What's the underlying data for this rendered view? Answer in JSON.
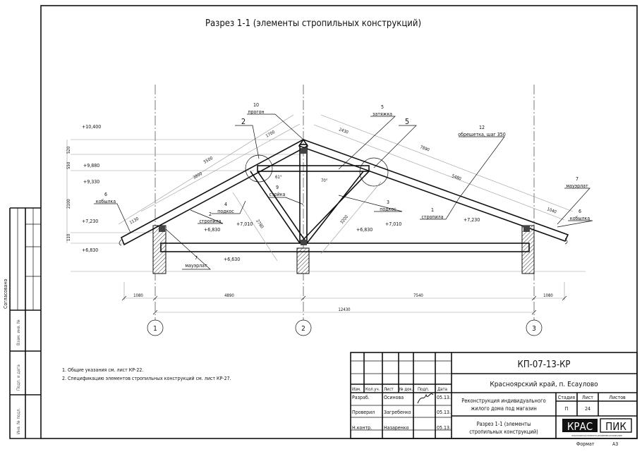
{
  "title": "Разрез 1-1 (элементы стропильных конструкций)",
  "axes": [
    "1",
    "2",
    "3"
  ],
  "levels": [
    "+10,400",
    "+9,880",
    "+9,330",
    "+7,230",
    "+6,830",
    "+6,830",
    "+7,010",
    "+6,630",
    "+6,830",
    "+7,010",
    "+7,230"
  ],
  "vertical_dims": [
    "520",
    "550",
    "2100",
    "110"
  ],
  "roof_dims": {
    "left": [
      "5500",
      "1700",
      "3800",
      "1130"
    ],
    "right": [
      "2430",
      "7890",
      "5480",
      "1040"
    ],
    "braces": [
      "2780",
      "3200"
    ],
    "angles": [
      "61°",
      "70°"
    ]
  },
  "plan_dims": [
    "1080",
    "4890",
    "7540",
    "1080",
    "12430"
  ],
  "labels": [
    {
      "num": "10",
      "name": "прогон"
    },
    {
      "num": "2",
      "name": ""
    },
    {
      "num": "5",
      "name": "затяжка"
    },
    {
      "num": "5",
      "name": ""
    },
    {
      "num": "12",
      "name": "обрешетка, шаг 350"
    },
    {
      "num": "7",
      "name": "мауэрлат"
    },
    {
      "num": "6",
      "name": "кобылка"
    },
    {
      "num": "6",
      "name": "кобылка"
    },
    {
      "num": "2",
      "name": "стропила"
    },
    {
      "num": "4",
      "name": "подкос"
    },
    {
      "num": "9",
      "name": "стойка"
    },
    {
      "num": "3",
      "name": "подкос"
    },
    {
      "num": "1",
      "name": "стропила"
    },
    {
      "num": "7",
      "name": "мауэрлат"
    }
  ],
  "notes": [
    "1. Общие указания см. лист КР-22.",
    "2. Спецификацию элементов стропильных конструкций см. лист КР-27."
  ],
  "side_stamp": [
    "Согласовано",
    "Взам. инв. №",
    "Подп. и дата",
    "Инв. № подл."
  ],
  "title_block": {
    "code": "КП-07-13-КР",
    "location": "Красноярский край, п. Есаулово",
    "project": [
      "Реконструкция индивидуального",
      "жилого дома под магазин"
    ],
    "sheet_title": [
      "Разрез 1-1 (элементы",
      "стропильных конструкций)"
    ],
    "headers": [
      "Изм.",
      "Кол.уч.",
      "Лист",
      "№ док.",
      "Подп.",
      "Дата"
    ],
    "rows": [
      {
        "role": "Разраб.",
        "name": "Осинова",
        "date": "05.13."
      },
      {
        "role": "Проверил",
        "name": "Загребенко",
        "date": "05.13."
      },
      {
        "role": "Н.контр.",
        "name": "Назаренко",
        "date": "05.13."
      }
    ],
    "stage_headers": [
      "Стадия",
      "Лист",
      "Листов"
    ],
    "stage": "П",
    "sheet": "24",
    "sheets": "",
    "logo": [
      "КРАС",
      "ПИК"
    ],
    "logo_sub": "КРАСНОЯРСКАЯ ПРОЕКТНО-ИНЖЕНЕРНАЯ КОМПАНИЯ",
    "format_label": "Формат",
    "format": "А3"
  }
}
